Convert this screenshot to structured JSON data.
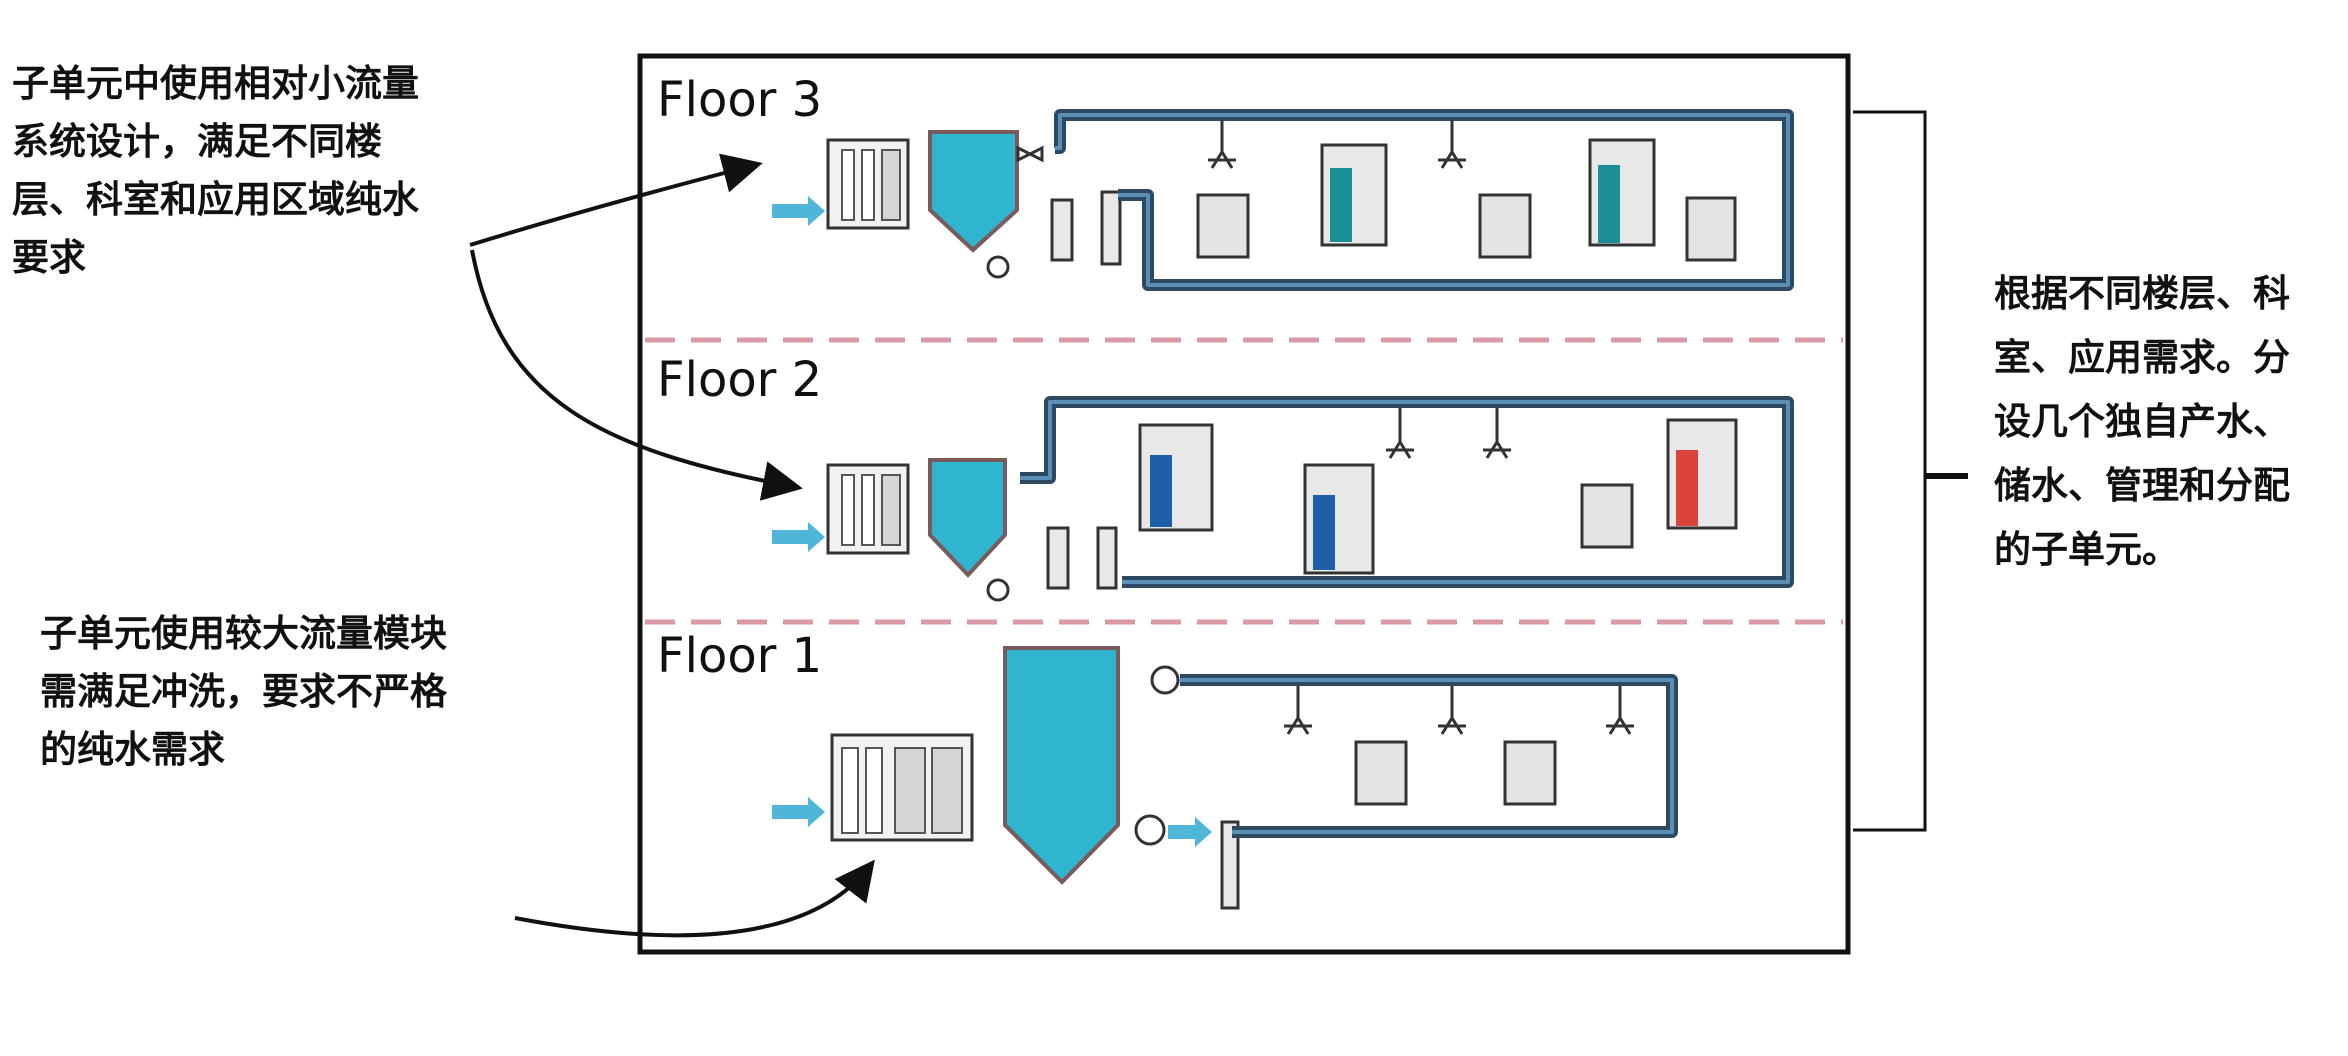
{
  "annotations": {
    "top_left": [
      "子单元中使用相对小流量",
      "系统设计，满足不同楼",
      "层、科室和应用区域纯水",
      "要求"
    ],
    "bottom_left": [
      "子单元使用较大流量模块",
      "需满足冲洗，要求不严格",
      "的纯水需求"
    ],
    "right": [
      "根据不同楼层、科",
      "室、应用需求。分",
      "设几个独自产水、",
      "储水、管理和分配",
      "的子单元。"
    ]
  },
  "floors": [
    {
      "label": "Floor 3",
      "units": [
        "teal",
        "none",
        "teal",
        "none",
        "none"
      ]
    },
    {
      "label": "Floor 2",
      "units": [
        "blue",
        "blue",
        "none",
        "red"
      ]
    },
    {
      "label": "Floor 1",
      "units": [
        "none",
        "none"
      ]
    }
  ],
  "colors": {
    "pipe": "#2e4a63",
    "tank": "#2fb5d0",
    "water_arrow": "#4fb6da",
    "divider": "#d99aa5",
    "teal_unit": "#1a8f96",
    "blue_unit": "#1f5fa8",
    "red_unit": "#d9433a"
  }
}
